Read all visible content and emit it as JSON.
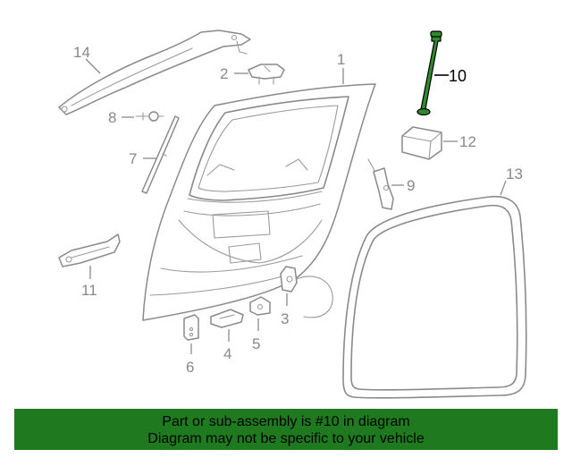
{
  "diagram": {
    "callouts": [
      {
        "id": "1",
        "label": "1"
      },
      {
        "id": "2",
        "label": "2"
      },
      {
        "id": "3",
        "label": "3"
      },
      {
        "id": "4",
        "label": "4"
      },
      {
        "id": "5",
        "label": "5"
      },
      {
        "id": "6",
        "label": "6"
      },
      {
        "id": "7",
        "label": "7"
      },
      {
        "id": "8",
        "label": "8"
      },
      {
        "id": "9",
        "label": "9"
      },
      {
        "id": "10",
        "label": "10",
        "highlighted": true
      },
      {
        "id": "11",
        "label": "11"
      },
      {
        "id": "12",
        "label": "12"
      },
      {
        "id": "13",
        "label": "13"
      },
      {
        "id": "14",
        "label": "14"
      }
    ],
    "highlight_color": "#2e8b2e"
  },
  "banner": {
    "line1": "Part or sub-assembly is #10 in diagram",
    "line2": "Diagram may not be specific to your vehicle",
    "background": "#1f7a1f"
  }
}
